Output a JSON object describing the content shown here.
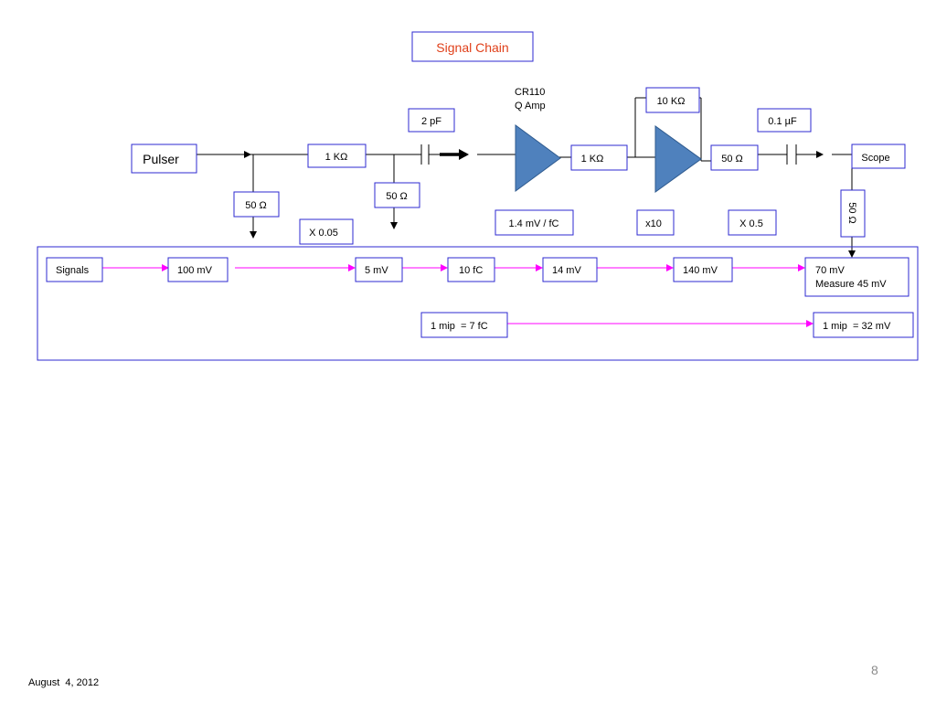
{
  "slide": {
    "title": "Signal Chain",
    "date": "August  4, 2012",
    "page_number": "8"
  },
  "components": {
    "pulser": "Pulser",
    "r_1k_in": "1 KΩ",
    "c_2pf": "2 pF",
    "r_50_a": "50 Ω",
    "r_50_b": "50 Ω",
    "x005": "X 0.05",
    "amp_name": "CR110",
    "amp_type": "Q Amp",
    "gain_charge": "1.4 mV / fC",
    "r_1k_mid": "1 KΩ",
    "r_10k": "10 KΩ",
    "x10": "x10",
    "r_50_out": "50 Ω",
    "c_01uf": "0.1 µF",
    "x05": "X 0.5",
    "scope": "Scope",
    "r_50_scope": "50 Ω"
  },
  "chain": {
    "signals": "Signals",
    "s1": "100 mV",
    "s2": "5 mV",
    "s3": "10 fC",
    "s4": "14 mV",
    "s5": "140 mV",
    "s6_line1": "70 mV",
    "s6_line2": "Measure 45 mV",
    "mip_in": "1 mip  = 7 fC",
    "mip_out": "1 mip  = 32 mV"
  },
  "colors": {
    "title_text": "#e0401a",
    "box_border": "#2c2ad0",
    "amp_fill": "#4f81bd",
    "amp_stroke": "#2f5b8f",
    "chain_arrow": "#ff00ff",
    "wire": "#000000"
  }
}
